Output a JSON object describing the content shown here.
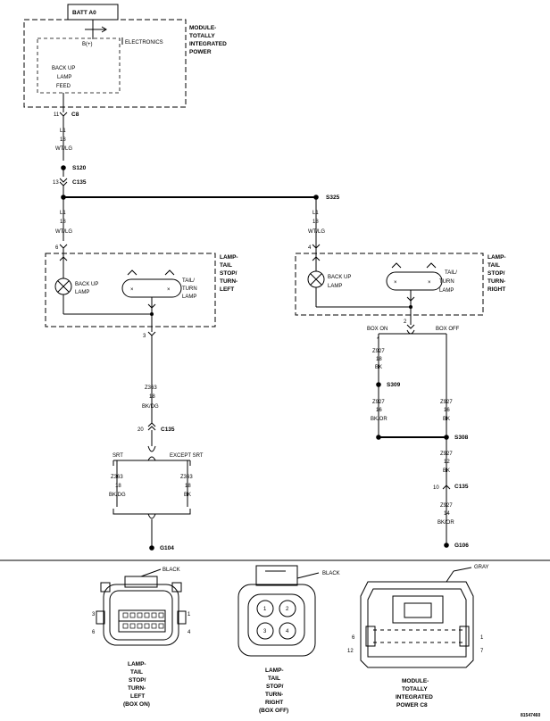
{
  "batt": "BATT A0",
  "module_top": [
    "MODULE-",
    "TOTALLY",
    "INTEGRATED",
    "POWER"
  ],
  "bplus": "B(+)",
  "electronics": "ELECTRONICS",
  "backup_feed": [
    "BACK UP",
    "LAMP",
    "FEED"
  ],
  "c8_pin": "11",
  "c8": "C8",
  "wire_l1": [
    "L1",
    "18",
    "WT/LG"
  ],
  "s120": "S120",
  "c135_pin_top": "13",
  "c135": "C135",
  "s325": "S325",
  "wire_l1_right": [
    "L1",
    "18",
    "WT/LG"
  ],
  "left_lamp": {
    "pin6": "6",
    "backup": [
      "BACK UP",
      "LAMP"
    ],
    "tail": [
      "TAIL/",
      "TURN",
      "LAMP"
    ],
    "label": [
      "LAMP-",
      "TAIL",
      "STOP/",
      "TURN-",
      "LEFT"
    ],
    "pin3": "3"
  },
  "right_lamp": {
    "pin4": "4",
    "backup": [
      "BACK UP",
      "LAMP"
    ],
    "tail": [
      "TAIL/",
      "TURN",
      "LAMP"
    ],
    "label": [
      "LAMP-",
      "TAIL",
      "STOP/",
      "TURN-",
      "RIGHT"
    ],
    "pin2": "2"
  },
  "wire_z363": [
    "Z363",
    "18",
    "BK/DG"
  ],
  "c135_pin20": "20",
  "srt": "SRT",
  "except_srt": "EXCEPT SRT",
  "z363_srt": [
    "Z363",
    "18",
    "BK/DG"
  ],
  "z363_except": [
    "Z363",
    "18",
    "BK"
  ],
  "g104": "G104",
  "box_on": "BOX ON",
  "box_off": "BOX OFF",
  "star": "*",
  "z927_a": [
    "Z927",
    "18",
    "BK"
  ],
  "s309": "S309",
  "z927_b": [
    "Z927",
    "16",
    "BK/OR"
  ],
  "z927_c": [
    "Z927",
    "16",
    "BK"
  ],
  "s308": "S308",
  "z927_d": [
    "Z927",
    "12",
    "BK"
  ],
  "c135_pin10": "10",
  "z927_e": [
    "Z927",
    "14",
    "BK/OR"
  ],
  "g106": "G106",
  "conn_left": {
    "color": "BLACK",
    "pins": [
      "3",
      "6",
      "1",
      "4"
    ],
    "label": [
      "LAMP-",
      "TAIL",
      "STOP/",
      "TURN-",
      "LEFT",
      "(BOX ON)"
    ]
  },
  "conn_mid": {
    "color": "BLACK",
    "pins": [
      "1",
      "2",
      "3",
      "4"
    ],
    "label": [
      "LAMP-",
      "TAIL",
      "STOP/",
      "TURN-",
      "RIGHT",
      "(BOX OFF)"
    ]
  },
  "conn_right": {
    "color": "GRAY",
    "pins": [
      "6",
      "12",
      "1",
      "7"
    ],
    "label": [
      "MODULE-",
      "TOTALLY",
      "INTEGRATED",
      "POWER C8"
    ]
  },
  "figure_id": "81547460"
}
